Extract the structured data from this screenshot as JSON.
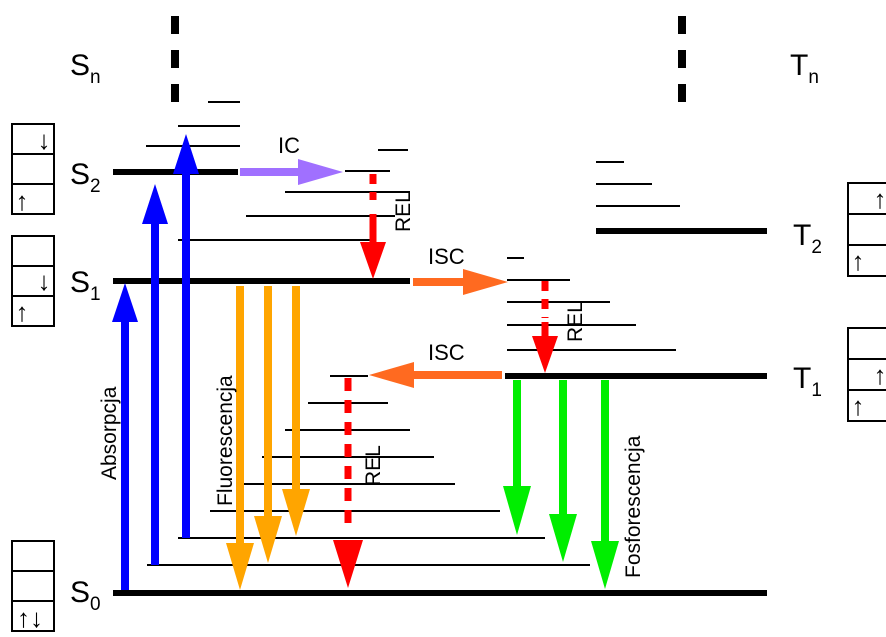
{
  "states": {
    "S0": {
      "base": "S",
      "sub": "0"
    },
    "S1": {
      "base": "S",
      "sub": "1"
    },
    "S2": {
      "base": "S",
      "sub": "2"
    },
    "Sn": {
      "base": "S",
      "sub": "n"
    },
    "T1": {
      "base": "T",
      "sub": "1"
    },
    "T2": {
      "base": "T",
      "sub": "2"
    },
    "Tn": {
      "base": "T",
      "sub": "n"
    }
  },
  "processes": {
    "absorption": "Absorpcja",
    "fluorescence": "Fluorescencja",
    "phosphorescence": "Fosforescencja",
    "ic": "IC",
    "isc_forward": "ISC",
    "isc_back": "ISC",
    "rel_s2": "REL",
    "rel_t": "REL",
    "rel_s1": "REL"
  },
  "spin_symbols": {
    "up": "↑",
    "down": "↓",
    "pair": "↑↓"
  },
  "colors": {
    "absorption": "#0000ff",
    "fluorescence": "#ffa500",
    "phosphorescence": "#00ee00",
    "relaxation": "#ff0000",
    "internal_conversion": "#a070ff",
    "intersystem_crossing": "#ff6a20",
    "level": "#000000"
  }
}
